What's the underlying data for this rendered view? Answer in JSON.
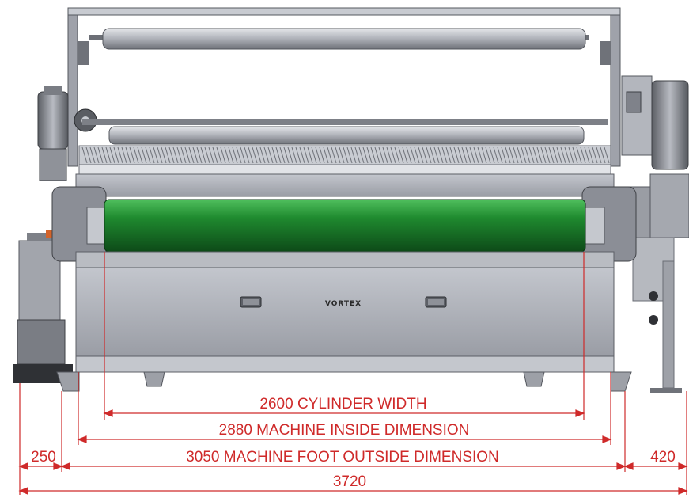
{
  "brand": "VORTEX",
  "dimensions": {
    "cylinder_width": "2600 CYLINDER WIDTH",
    "inside_dimension": "2880 MACHINE INSIDE DIMENSION",
    "left_offset": "250",
    "foot_outside_dimension": "3050 MACHINE FOOT OUTSIDE DIMENSION",
    "right_offset": "420",
    "total_width": "3720"
  },
  "colors": {
    "dimension_line": "#cf2a2a",
    "cylinder": "#1f8a2f",
    "machine_body": "#a7aab3",
    "frame": "#8c8f97"
  }
}
